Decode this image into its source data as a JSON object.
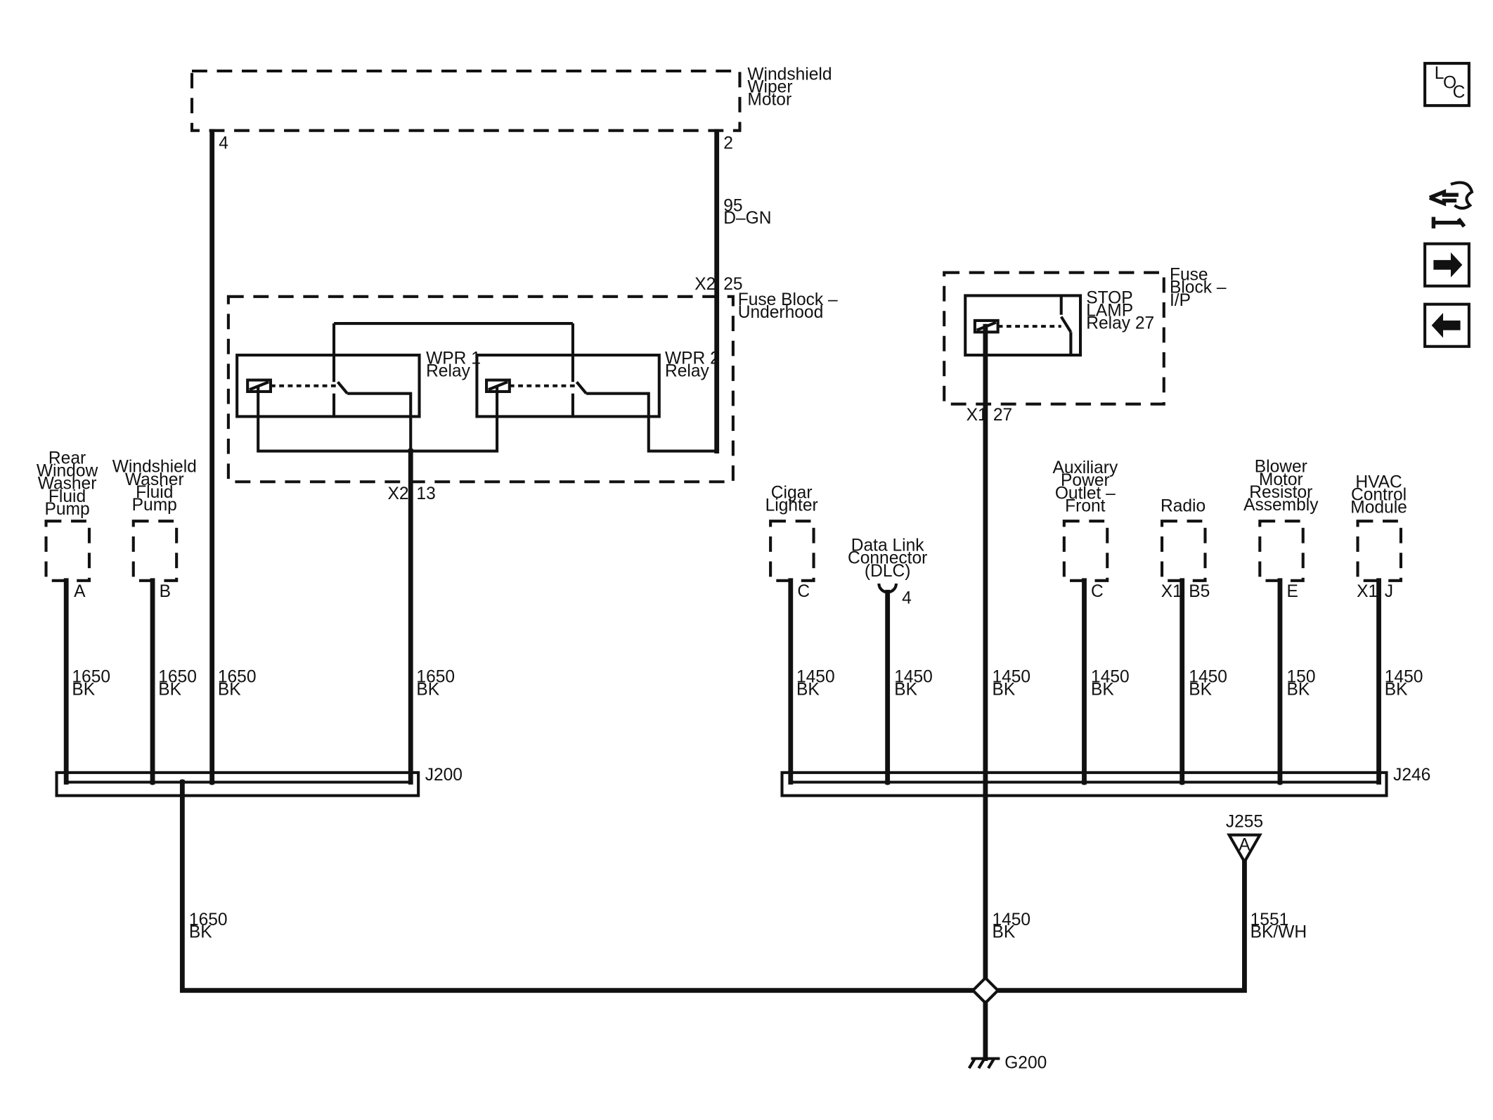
{
  "components": {
    "wiper_motor": {
      "name": "Windshield\nWiper\nMotor",
      "pin_left": "4",
      "pin_right": "2"
    },
    "fuse_block_underhood": {
      "name": "Fuse Block –\nUnderhood",
      "conn_top": "X2",
      "pin_top": "25",
      "conn_bottom": "X2",
      "pin_bottom": "13"
    },
    "wpr1_relay": {
      "name": "WPR 1\nRelay"
    },
    "wpr2_relay": {
      "name": "WPR 2\nRelay"
    },
    "fuse_block_ip": {
      "name": "Fuse\nBlock –\nI/P",
      "conn_bottom": "X1",
      "pin_bottom": "27"
    },
    "stop_lamp_relay": {
      "name": "STOP\nLAMP\nRelay 27"
    },
    "rear_washer_pump": {
      "name": "Rear\nWindow\nWasher\nFluid\nPump",
      "pin": "A"
    },
    "ws_washer_pump": {
      "name": "Windshield\nWasher\nFluid\nPump",
      "pin": "B"
    },
    "cigar_lighter": {
      "name": "Cigar\nLighter",
      "pin": "C"
    },
    "dlc": {
      "name": "Data Link\nConnector\n(DLC)",
      "pin": "4"
    },
    "aux_power": {
      "name": "Auxiliary\nPower\nOutlet –\nFront",
      "pin": "C"
    },
    "radio": {
      "name": "Radio",
      "conn": "X1",
      "pin": "B5"
    },
    "blower_resistor": {
      "name": "Blower\nMotor\nResistor\nAssembly",
      "pin": "E"
    },
    "hvac_module": {
      "name": "HVAC\nControl\nModule",
      "conn": "X1",
      "pin": "J"
    }
  },
  "wires": {
    "motor_feed": {
      "circuit": "95",
      "color": "D–GN"
    },
    "rear_pump": {
      "circuit": "1650",
      "color": "BK"
    },
    "ws_pump": {
      "circuit": "1650",
      "color": "BK"
    },
    "motor_ground": {
      "circuit": "1650",
      "color": "BK"
    },
    "fuse_underhood": {
      "circuit": "1650",
      "color": "BK"
    },
    "cigar": {
      "circuit": "1450",
      "color": "BK"
    },
    "dlc": {
      "circuit": "1450",
      "color": "BK"
    },
    "fuse_ip": {
      "circuit": "1450",
      "color": "BK"
    },
    "aux": {
      "circuit": "1450",
      "color": "BK"
    },
    "radio": {
      "circuit": "1450",
      "color": "BK"
    },
    "blower": {
      "circuit": "150",
      "color": "BK"
    },
    "hvac": {
      "circuit": "1450",
      "color": "BK"
    },
    "j200_ground": {
      "circuit": "1650",
      "color": "BK"
    },
    "j246_ground": {
      "circuit": "1450",
      "color": "BK"
    },
    "j255_ground": {
      "circuit": "1551",
      "color": "BK/WH"
    }
  },
  "splices": {
    "j200": "J200",
    "j246": "J246"
  },
  "inline_connector": {
    "name": "J255",
    "pin": "A"
  },
  "ground": {
    "name": "G200"
  },
  "nav": {
    "loc_l": "L",
    "loc_o": "O",
    "loc_c": "C"
  }
}
